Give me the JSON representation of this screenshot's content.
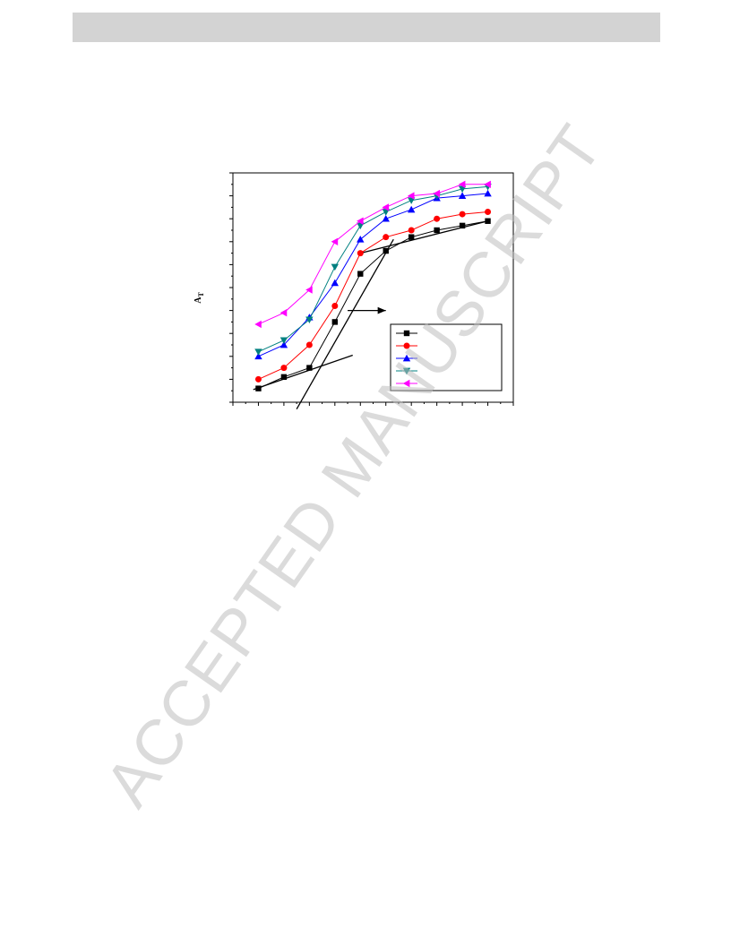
{
  "page": {
    "watermark": "ACCEPTED MANUSCRIPT"
  },
  "chart_data": {
    "type": "line",
    "ylabel": "A",
    "ylabel_sub": "T",
    "xlabel": "",
    "title": "",
    "x": [
      1,
      2,
      3,
      4,
      5,
      6,
      7,
      8,
      9,
      10
    ],
    "xlim": [
      0,
      11
    ],
    "ylim": [
      0,
      100
    ],
    "series": [
      {
        "color": "#000000",
        "marker": "square",
        "values": [
          6,
          11,
          15,
          35,
          56,
          66,
          72,
          75,
          77,
          79
        ]
      },
      {
        "color": "#ff0000",
        "marker": "circle",
        "values": [
          10,
          15,
          25,
          42,
          65,
          72,
          75,
          80,
          82,
          83
        ]
      },
      {
        "color": "#0000ff",
        "marker": "triangle-up",
        "values": [
          20,
          25,
          37,
          52,
          71,
          80,
          84,
          89,
          90,
          91
        ]
      },
      {
        "color": "#008080",
        "marker": "triangle-down",
        "values": [
          22,
          27,
          36,
          59,
          77,
          83,
          88,
          90,
          93,
          94
        ]
      },
      {
        "color": "#ff00ff",
        "marker": "triangle-left",
        "values": [
          34,
          39,
          49,
          70,
          79,
          85,
          90,
          91,
          95,
          95
        ]
      }
    ],
    "annotations": [
      {
        "type": "line",
        "from": [
          0.8,
          5.5
        ],
        "to": [
          4.7,
          20.5
        ]
      },
      {
        "type": "line",
        "from": [
          2.5,
          -3
        ],
        "to": [
          6.3,
          71
        ]
      },
      {
        "type": "line",
        "from": [
          5,
          65
        ],
        "to": [
          10,
          79
        ]
      },
      {
        "type": "arrow",
        "from": [
          4.5,
          40
        ],
        "to": [
          6,
          40
        ]
      }
    ],
    "legend": {
      "position": "bottom-right"
    },
    "grid": false
  }
}
